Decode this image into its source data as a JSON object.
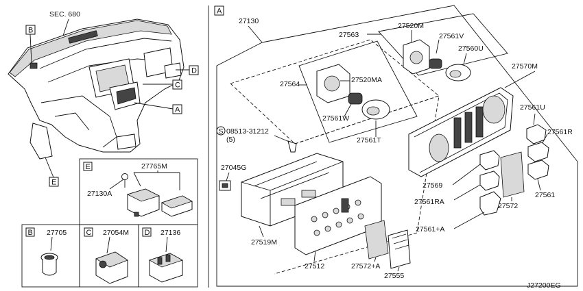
{
  "diagram": {
    "sec_ref": "SEC. 680",
    "drawing_code": "J27200EG",
    "panel_letters": {
      "main": "A",
      "B": "B",
      "C": "C",
      "D": "D",
      "E": "E"
    },
    "dash_callouts": [
      "B",
      "C",
      "D",
      "A",
      "E"
    ],
    "parts": {
      "p27130": "27130",
      "p27563": "27563",
      "p27520M": "27520M",
      "p27561V": "27561V",
      "p27560U": "27560U",
      "p27564": "27564",
      "p27520MA": "27520MA",
      "p27561W": "27561W",
      "p27561T": "27561T",
      "p27570M": "27570M",
      "p27561U": "27561U",
      "p27561R": "27561R",
      "p27561": "27561",
      "p27569": "27569",
      "p27561RA": "27561RA",
      "p27572": "27572",
      "p27561A": "27561+A",
      "p27572A": "27572+A",
      "p27555": "27555",
      "p27512": "27512",
      "p27519M": "27519M",
      "p27045G": "27045G",
      "screw": "08513-31212",
      "screw_qty": "(5)",
      "screw_symbol": "S",
      "p27765M": "27765M",
      "p27130A": "27130A",
      "p27705": "27705",
      "p27054M": "27054M",
      "p27136": "27136"
    }
  }
}
